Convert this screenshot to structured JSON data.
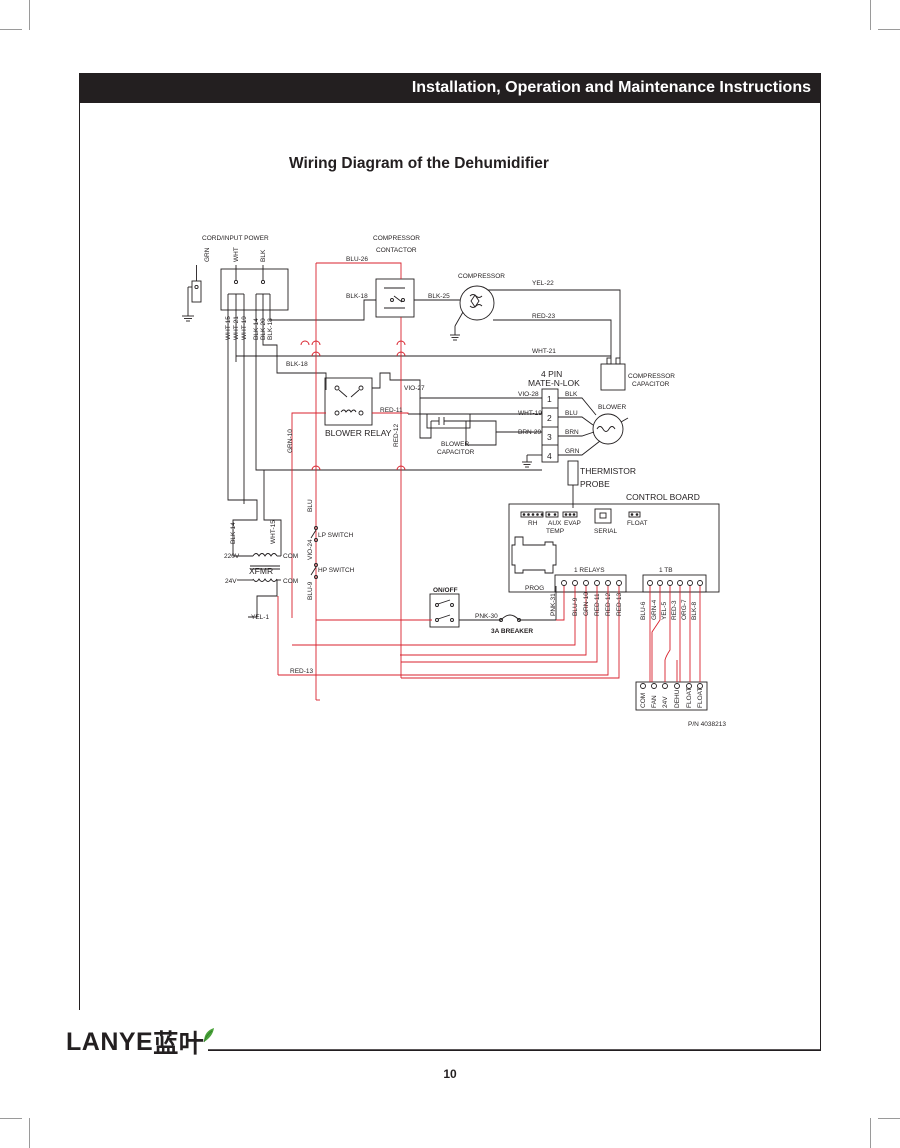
{
  "header": {
    "title": "Installation, Operation and Maintenance Instructions"
  },
  "page_title": "Wiring Diagram of the Dehumidifier",
  "logo": {
    "text": "LANYE",
    "mark": "蓝叶"
  },
  "page_number": "10",
  "diagram": {
    "components": {
      "cord_input_power": "CORD/INPUT POWER",
      "compressor_contactor_1": "COMPRESSOR",
      "compressor_contactor_2": "CONTACTOR",
      "compressor": "COMPRESSOR",
      "compressor_capacitor_1": "COMPRESSOR",
      "compressor_capacitor_2": "CAPACITOR",
      "mate_n_lok_1": "4 PIN",
      "mate_n_lok_2": "MATE-N-LOK",
      "blower": "BLOWER",
      "blower_relay": "BLOWER RELAY",
      "blower_capacitor_1": "BLOWER",
      "blower_capacitor_2": "CAPACITOR",
      "thermistor_probe_1": "THERMISTOR",
      "thermistor_probe_2": "PROBE",
      "control_board": "CONTROL BOARD",
      "rh": "RH",
      "aux_temp_1": "AUX",
      "aux_temp_2": "TEMP",
      "evap": "EVAP",
      "serial": "SERIAL",
      "float": "FLOAT",
      "prog": "PROG",
      "relays": "1 RELAYS",
      "tb": "1 TB",
      "lp_switch": "LP SWITCH",
      "hp_switch": "HP SWITCH",
      "xfmr": "XFMR",
      "v220": "220V",
      "v24": "24V",
      "com_a": "COM",
      "com_b": "COM",
      "on_off": "ON/OFF",
      "breaker": "3A BREAKER",
      "part_number": "P/N 4038213"
    },
    "pins": [
      "1",
      "2",
      "3",
      "4"
    ],
    "pin_wires_left": [
      "VIO-28",
      "WHT-19",
      "BRN-29"
    ],
    "pin_wires_right": [
      "BLK",
      "BLU",
      "BRN",
      "GRN"
    ],
    "tb_labels": [
      "COM",
      "FAN",
      "24V",
      "DEHU",
      "FLOAT",
      "FLOAT"
    ],
    "relay_wires": [
      "PNK-31",
      "BLU-9",
      "GRN-10",
      "RED-11",
      "RED-12",
      "RED-13"
    ],
    "tb_wires": [
      "BLU-6",
      "GRN-4",
      "YEL-5",
      "RED-3",
      "ORG-7",
      "BLK-8"
    ],
    "cord_wires": [
      "GRN",
      "WHT",
      "BLK"
    ],
    "cord_branch_wires": [
      "WHT-15",
      "WHT-21",
      "WHT-19",
      "BLK-14",
      "BLK-20",
      "BLK-18"
    ],
    "xfmr_wires": [
      "BLK-14",
      "WHT-15"
    ],
    "wire_labels": {
      "blu26": "BLU-26",
      "blk18_top": "BLK-18",
      "blk25": "BLK-25",
      "yel22": "YEL-22",
      "red23": "RED-23",
      "wht21": "WHT-21",
      "blk18_mid": "BLK-18",
      "vio27": "VIO-27",
      "red11": "RED-11",
      "red12": "RED-12",
      "grn10": "GRN-10",
      "blu": "BLU",
      "vio24": "VIO-24",
      "blu9": "BLU-9",
      "yel1": "YEL-1",
      "pnk30": "PNK-30",
      "red13": "RED-13"
    }
  }
}
